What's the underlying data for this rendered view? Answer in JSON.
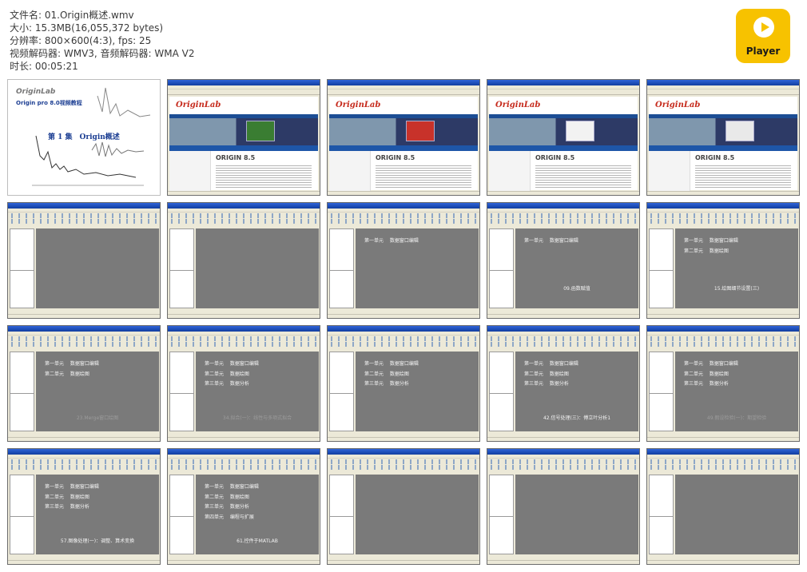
{
  "file_info": [
    "文件名: 01.Origin概述.wmv",
    "大小: 15.3MB(16,055,372 bytes)",
    "分辨率: 800×600(4:3), fps: 25",
    "视频解码器: WMV3, 音频解码器: WMA V2",
    "时长: 00:05:21"
  ],
  "player_logo": {
    "label": "Player",
    "icon": "play-icon",
    "color": "#f7c200"
  },
  "cover": {
    "brand": "OriginLab",
    "course": "Origin pro 8.0视频教程",
    "episode": "第 1 集　Origin概述"
  },
  "website": {
    "brand": "OriginLab",
    "version": "ORIGIN 8.5"
  },
  "frames": [
    {
      "lines": [],
      "bottom": ""
    },
    {
      "lines": [],
      "bottom": ""
    },
    {
      "lines": [
        "第一单元　 数据窗口编辑"
      ],
      "bottom": ""
    },
    {
      "lines": [
        "第一单元　 数据窗口编辑"
      ],
      "bottom": "09.函数赋值"
    },
    {
      "lines": [
        "第一单元　 数据窗口编辑",
        "第二单元　 数据绘图"
      ],
      "bottom": "15.绘图细节设置(三)"
    },
    {
      "lines": [
        "第一单元　 数据窗口编辑",
        "第二单元　 数据绘图"
      ],
      "bottom": "23.Merge窗口绘图",
      "dim": true
    },
    {
      "lines": [
        "第一单元　 数据窗口编辑",
        "第二单元　 数据绘图",
        "第三单元　 数据分析"
      ],
      "bottom": "34.拟合(一)：线性与多项式拟合",
      "dim": true
    },
    {
      "lines": [
        "第一单元　 数据窗口编辑",
        "第二单元　 数据绘图",
        "第三单元　 数据分析"
      ],
      "bottom": ""
    },
    {
      "lines": [
        "第一单元　 数据窗口编辑",
        "第二单元　 数据绘图",
        "第三单元　 数据分析"
      ],
      "bottom": "42.信号处理(三)：傅立叶分析1"
    },
    {
      "lines": [
        "第一单元　 数据窗口编辑",
        "第二单元　 数据绘图",
        "第三单元　 数据分析"
      ],
      "bottom": "49.假设检验(一)：期望检验",
      "dim": true
    },
    {
      "lines": [
        "第一单元　 数据窗口编辑",
        "第二单元　 数据绘图",
        "第三单元　 数据分析"
      ],
      "bottom": "57.图像处理(一)：调整、算术变换"
    },
    {
      "lines": [
        "第一单元　 数据窗口编辑",
        "第二单元　 数据绘图",
        "第三单元　 数据分析",
        "第四单元　 编程与扩展"
      ],
      "bottom": "61.控件于MATLAB"
    },
    {
      "lines": [],
      "bottom": ""
    },
    {
      "lines": [],
      "bottom": ""
    },
    {
      "lines": [],
      "bottom": ""
    }
  ]
}
